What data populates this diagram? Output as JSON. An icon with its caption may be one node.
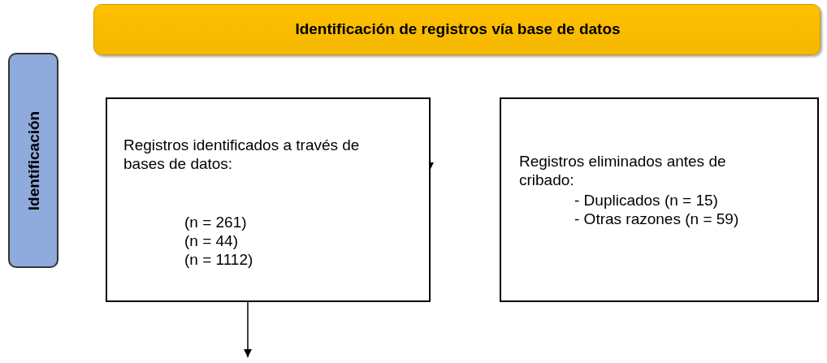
{
  "diagram": {
    "nodes": [
      {
        "text": [
          "Identificación de registros vía base de datos"
        ]
      },
      {
        "text": [
          "Identificación"
        ]
      },
      {
        "text": [
          "Registros identificados a través de bases de datos:",
          "(n = 261)",
          "(n = 44)",
          "(n = 1112)"
        ]
      },
      {
        "text": [
          "Registros eliminados antes de cribado:",
          "- Duplicados (n = 15)",
          "- Otras razones (n = 59)"
        ]
      }
    ],
    "edges": [
      {
        "from": null,
        "to": 2,
        "arrow": "to"
      },
      {
        "from": 2,
        "to": null,
        "arrow": "to"
      }
    ]
  }
}
